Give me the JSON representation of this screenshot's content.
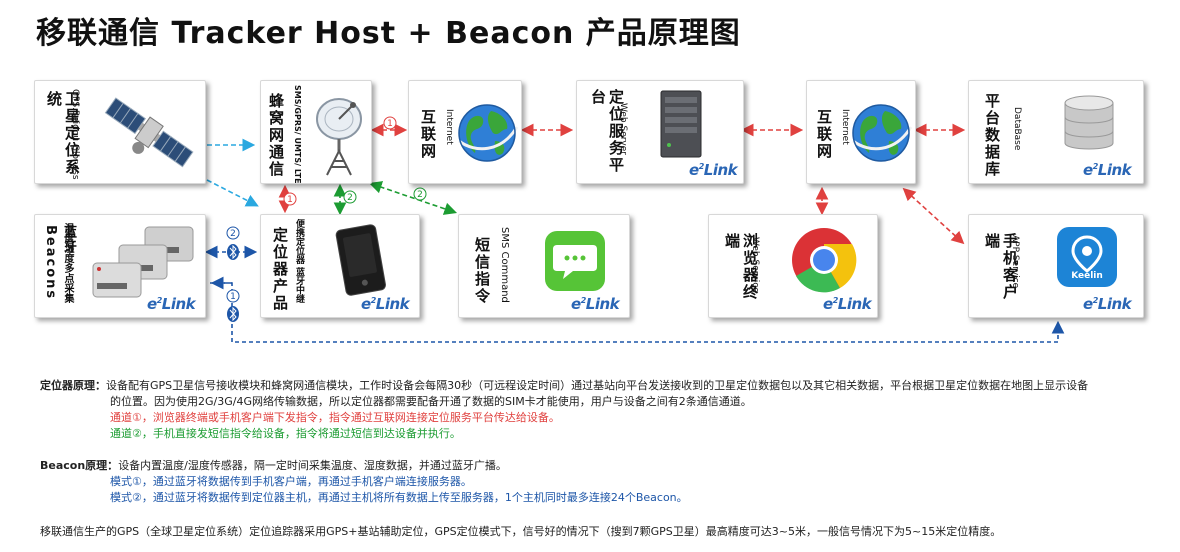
{
  "title": "移联通信 Tracker Host + Beacon 产品原理图",
  "brand": {
    "logo_e": "e",
    "logo_sup": "2",
    "logo_text": "Link",
    "color": "#2a66b5"
  },
  "nodes": {
    "satellite": {
      "cn": "卫星定位系统",
      "en": "GPS.Beidou.Glonass"
    },
    "cellular": {
      "cn": "蜂窝网通信",
      "en": "SMS/GPRS/ UMTS/ LTE"
    },
    "internet1": {
      "cn": "互联网",
      "en": "Internet"
    },
    "server": {
      "cn": "定位服务平台",
      "en": "Web Server"
    },
    "internet2": {
      "cn": "互联网",
      "en": "Internet"
    },
    "database": {
      "cn": "平台数据库",
      "en": "DataBase"
    },
    "beacons": {
      "cn": "蓝牙Beacons",
      "en": "温度湿度多点采集"
    },
    "tracker": {
      "cn": "定位器产品",
      "en": "便携定位器 蓝牙中继"
    },
    "sms": {
      "cn": "短信指令",
      "en": "SMS Command"
    },
    "browser": {
      "cn": "浏览器终端",
      "en": "Web Service"
    },
    "app": {
      "cn": "手机客户端",
      "en": "APP Service",
      "icon_label": "Keelin"
    }
  },
  "markers": {
    "one": "①",
    "two": "②"
  },
  "colors": {
    "red": "#e0413f",
    "green": "#1c9c32",
    "blue": "#1d56a8",
    "cyan": "#2aa8e0"
  },
  "notes": {
    "tracker_label": "定位器原理：",
    "tracker_line1": "设备配有GPS卫星信号接收模块和蜂窝网通信模块，工作时设备会每隔30秒（可远程设定时间）通过基站向平台发送接收到的卫星定位数据包以及其它相关数据，平台根据卫星定位数据在地图上显示设备",
    "tracker_line2": "的位置。因为使用2G/3G/4G网络传输数据，所以定位器都需要配备开通了数据的SIM卡才能使用，用户与设备之间有2条通信通道。",
    "channel1": "通道①，浏览器终端或手机客户端下发指令，指令通过互联网连接定位服务平台传达给设备。",
    "channel2": "通道②，手机直接发短信指令给设备，指令将通过短信到达设备并执行。",
    "beacon_label": "Beacon原理：",
    "beacon_line1": "设备内置温度/湿度传感器，隔一定时间采集温度、湿度数据，并通过蓝牙广播。",
    "mode1": "模式①，通过蓝牙将数据传到手机客户端，再通过手机客户端连接服务器。",
    "mode2": "模式②，通过蓝牙将数据传到定位器主机，再通过主机将所有数据上传至服务器，1个主机同时最多连接24个Beacon。",
    "footer": "移联通信生产的GPS（全球卫星定位系统）定位追踪器采用GPS+基站辅助定位，GPS定位模式下，信号好的情况下（搜到7颗GPS卫星）最高精度可达3~5米，一般信号情况下为5~15米定位精度。"
  }
}
